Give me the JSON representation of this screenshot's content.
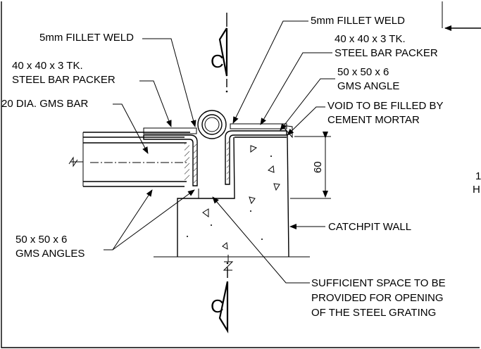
{
  "labels": {
    "fillet_weld_top": "5mm  FILLET WELD",
    "fillet_weld_left": "5mm  FILLET WELD",
    "packer_right_1": "40 x 40 x 3 TK.",
    "packer_right_2": "STEEL BAR PACKER",
    "packer_left_1": "40 x 40 x 3 TK.",
    "packer_left_2": "STEEL BAR PACKER",
    "angle_right_1": "50 x 50 x 6",
    "angle_right_2": "GMS ANGLE",
    "bar": "20 DIA. GMS BAR",
    "void_1": "VOID TO BE FILLED BY",
    "void_2": "CEMENT MORTAR",
    "dimension": "60",
    "angles_left_1": "50 x 50 x 6",
    "angles_left_2": "GMS ANGLES",
    "catchpit_wall": "CATCHPIT WALL",
    "space_1": "SUFFICIENT SPACE TO BE",
    "space_2": "PROVIDED FOR OPENING",
    "space_3": "OF THE STEEL GRATING",
    "section_top": "C",
    "section_bottom": "C",
    "edge_1": "1",
    "edge_2": "H"
  }
}
